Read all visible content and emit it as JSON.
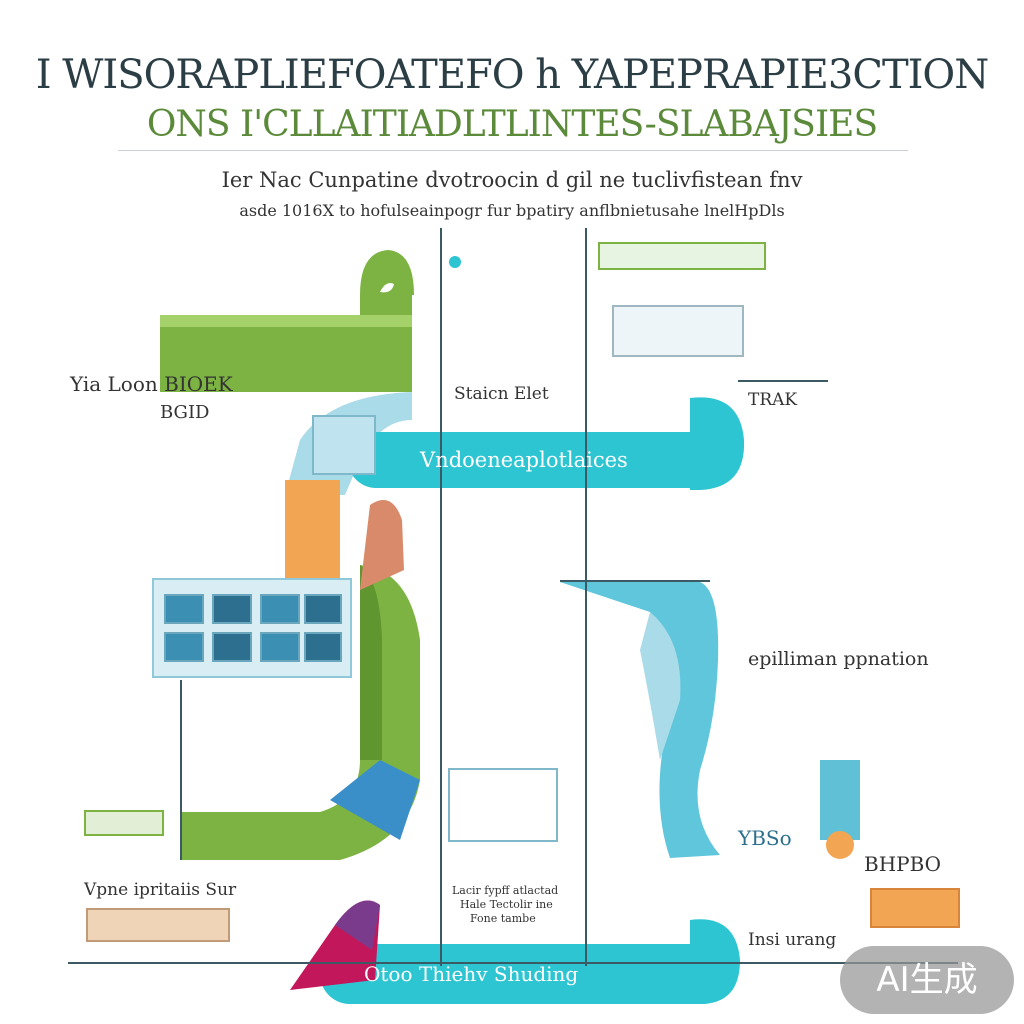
{
  "title": {
    "line1": "I WISORAPLIEFOATEFO  h YAPEPRAPIE3CTION",
    "line2": "ONS I'CLLAITIADLTLINTES-SLABAJSIES"
  },
  "subtitle": {
    "line1": "Ier Nac Cunpatine dvotroocin d gil ne tuclivfistean fnv",
    "line2": "asde 1016X to hofulseainpogr fur bpatiry anflbnietusahe lnelHpDls"
  },
  "labels": {
    "left_block_1": "Yia Loon BIOEK",
    "left_block_2": "BGID",
    "station": "Staicn Elet",
    "trak": "TRAK",
    "teal_band_top": "Vndoeneaplotlaices",
    "epilliman": "epilliman ppnation",
    "vpne": "Vpne ipritaiis Sur",
    "center_note_1": "Lacir fypff atlactad",
    "center_note_2": "Hale Tectolir ine",
    "center_note_3": "Fone tambe",
    "ybso": "YBSo",
    "bhp": "BHPBO",
    "insi": "Insi urang",
    "teal_band_bottom": "Otoo Thiehv Shuding"
  },
  "badge": "AI生成",
  "colors": {
    "green": "#7cb342",
    "teal": "#2ec5d3",
    "orange": "#f2a654",
    "lightblue": "#a9dbe8",
    "dark": "#2c3e45"
  },
  "icons": [
    "leaf-icon",
    "people-icon",
    "bus-stop-icon",
    "building-icon",
    "car-icon",
    "train-icon"
  ]
}
